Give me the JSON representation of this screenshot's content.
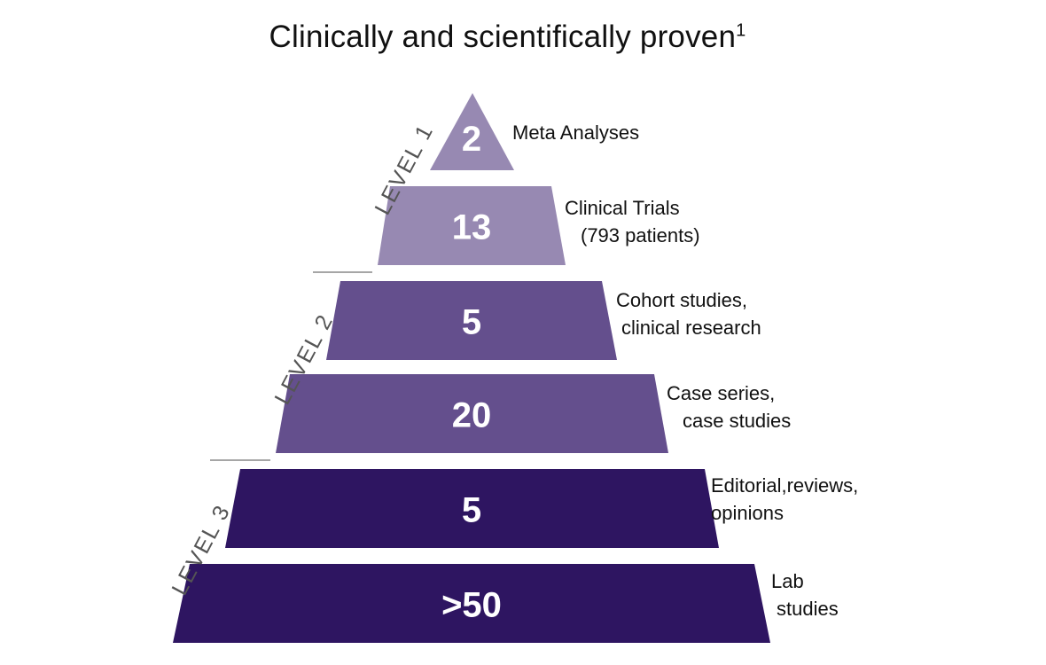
{
  "title": "Clinically and scientifically proven",
  "title_sup": "1",
  "colors": {
    "level1": "#9789B2",
    "level2": "#644F8D",
    "level3": "#2E1561",
    "separator": "#888888"
  },
  "levels": [
    {
      "label": "LEVEL 1",
      "color_key": "level1"
    },
    {
      "label": "LEVEL 2",
      "color_key": "level2"
    },
    {
      "label": "LEVEL 3",
      "color_key": "level3"
    }
  ],
  "tiers": [
    {
      "value": "2",
      "level": 1,
      "desc_lines": [
        "Meta Analyses"
      ]
    },
    {
      "value": "13",
      "level": 1,
      "desc_lines": [
        "Clinical Trials",
        "(793 patients)"
      ]
    },
    {
      "value": "5",
      "level": 2,
      "desc_lines": [
        "Cohort studies,",
        "clinical research"
      ]
    },
    {
      "value": "20",
      "level": 2,
      "desc_lines": [
        "Case series,",
        "case studies"
      ]
    },
    {
      "value": "5",
      "level": 3,
      "desc_lines": [
        "Editorial,reviews,",
        "opinions"
      ]
    },
    {
      "value": ">50",
      "level": 3,
      "desc_lines": [
        "Lab",
        "studies"
      ]
    }
  ]
}
